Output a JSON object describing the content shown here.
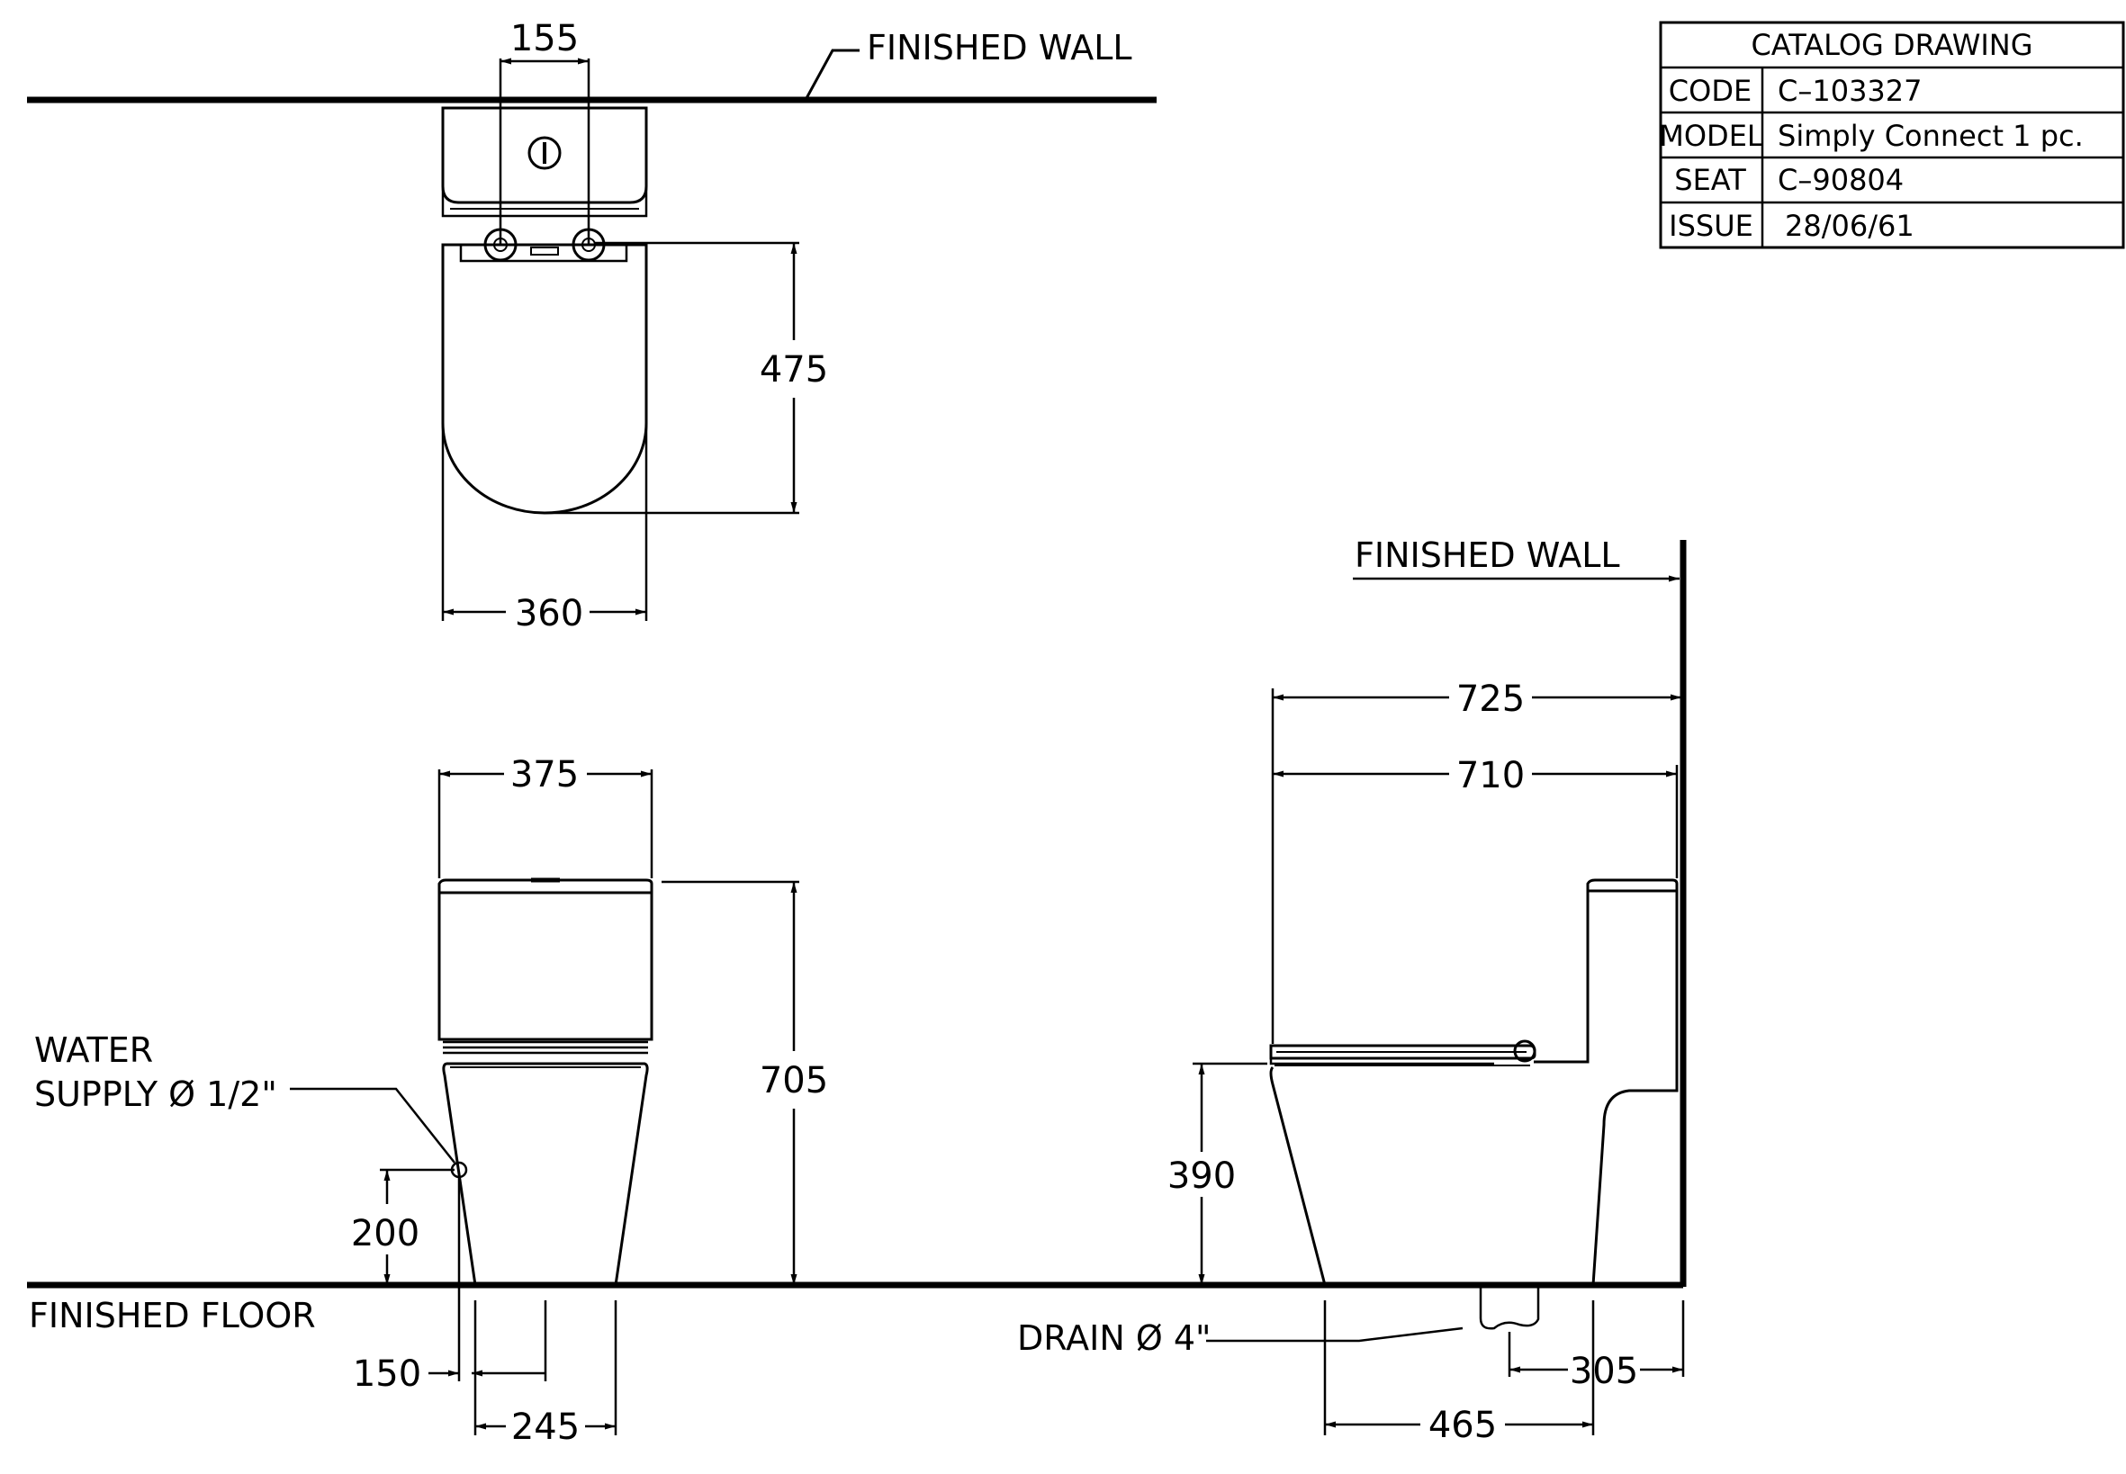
{
  "title_block": {
    "header": "CATALOG DRAWING",
    "rows": [
      {
        "label": "CODE",
        "value": "C–103327"
      },
      {
        "label": "MODEL",
        "value": "Simply Connect 1 pc."
      },
      {
        "label": "SEAT",
        "value": "C–90804"
      },
      {
        "label": "ISSUE",
        "value": "28/06/61"
      }
    ]
  },
  "labels": {
    "finished_wall_top": "FINISHED WALL",
    "finished_wall_side": "FINISHED WALL",
    "finished_floor": "FINISHED FLOOR",
    "water_supply_line1": "WATER",
    "water_supply_line2": "SUPPLY Ø 1/2\"",
    "drain": "DRAIN Ø 4\""
  },
  "dimensions": {
    "top_supply_spacing": "155",
    "top_length": "475",
    "top_width": "360",
    "front_width": "375",
    "front_height": "705",
    "supply_height": "200",
    "supply_offset": "150",
    "front_base": "245",
    "side_overall": "725",
    "side_body": "710",
    "seat_height": "390",
    "drain_from_wall": "305",
    "side_base": "465"
  }
}
